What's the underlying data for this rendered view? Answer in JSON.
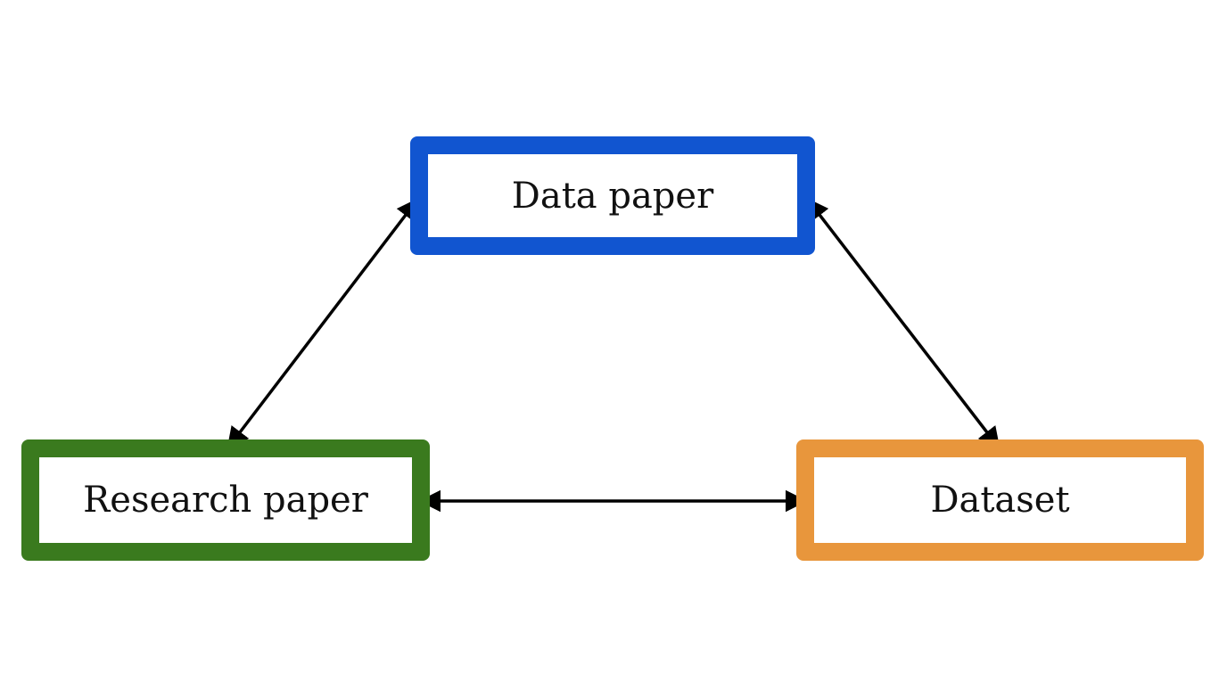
{
  "nodes": {
    "data_paper": {
      "label": "Data paper",
      "color": "#1155d0"
    },
    "research_paper": {
      "label": "Research paper",
      "color": "#3a7a1e"
    },
    "dataset": {
      "label": "Dataset",
      "color": "#e8963c"
    }
  },
  "edges": [
    {
      "from": "data_paper",
      "to": "research_paper",
      "direction": "both"
    },
    {
      "from": "data_paper",
      "to": "dataset",
      "direction": "both"
    },
    {
      "from": "research_paper",
      "to": "dataset",
      "direction": "both"
    }
  ]
}
